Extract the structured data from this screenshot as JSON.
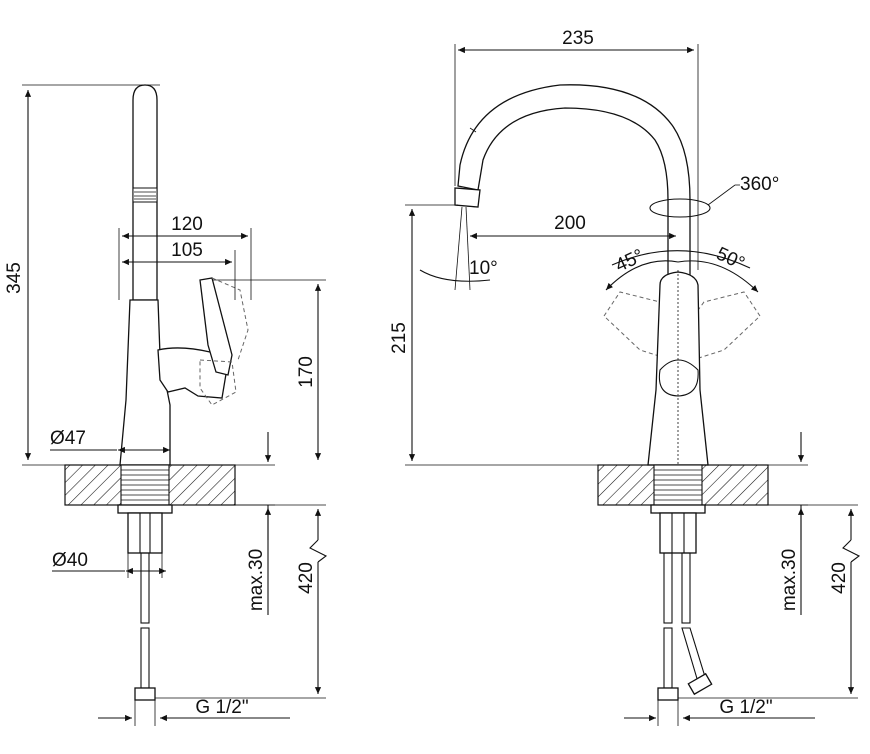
{
  "left_view": {
    "dim_height_total": "345",
    "dim_spout_reach": "120",
    "dim_handle_reach": "105",
    "dim_handle_height": "170",
    "dim_base_diameter": "Ø47",
    "dim_shank_diameter": "Ø40",
    "dim_max_thickness": "max.30",
    "dim_hose_length": "420",
    "dim_thread": "G 1/2\""
  },
  "right_view": {
    "dim_width": "235",
    "dim_rotation": "360°",
    "dim_spout_reach": "200",
    "dim_height": "215",
    "dim_spout_angle": "10°",
    "dim_lever_left": "45°",
    "dim_lever_right": "50°",
    "dim_max_thickness": "max.30",
    "dim_hose_length": "420",
    "dim_thread": "G 1/2\""
  }
}
